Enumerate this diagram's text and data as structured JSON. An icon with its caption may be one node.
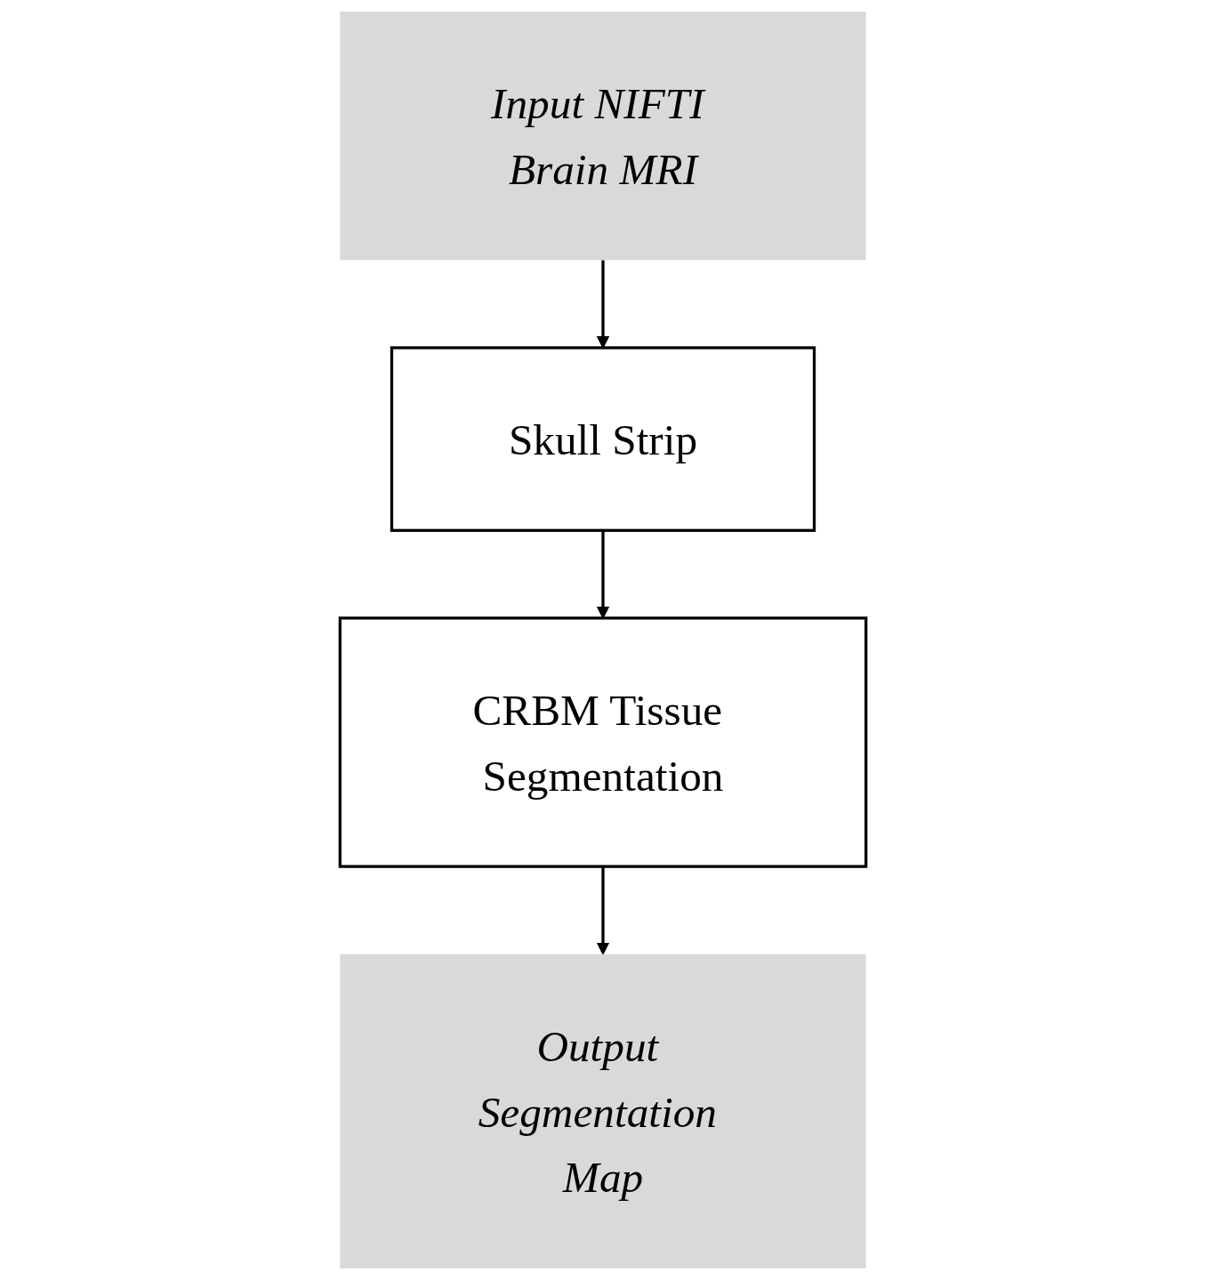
{
  "diagram": {
    "nodes": [
      {
        "text": [
          "Input NIFTI Brain MRI"
        ]
      },
      {
        "text": [
          "Skull Strip"
        ]
      },
      {
        "text": [
          "CRBM Tissue Segmentation"
        ]
      },
      {
        "text": [
          "Output Segmentation Map"
        ]
      }
    ],
    "edges": [
      {
        "from": 0,
        "to": 1,
        "arrow": "to"
      },
      {
        "from": 1,
        "to": 2,
        "arrow": "to"
      },
      {
        "from": 2,
        "to": 3,
        "arrow": "to"
      }
    ]
  }
}
